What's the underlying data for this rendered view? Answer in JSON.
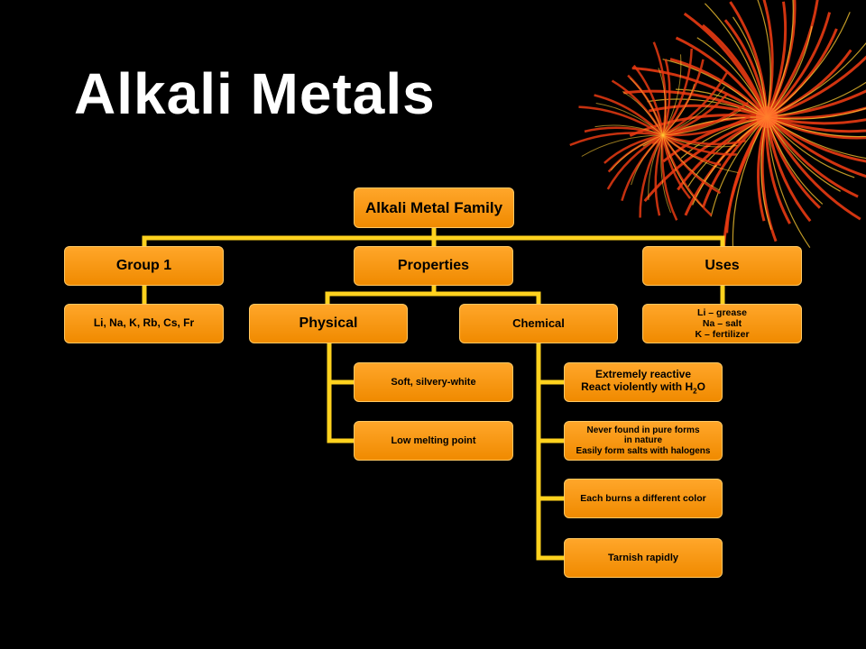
{
  "slide": {
    "title": "Alkali Metals"
  },
  "diagram": {
    "root": "Alkali Metal Family",
    "group1": {
      "label": "Group 1",
      "members": "Li, Na, K, Rb, Cs, Fr"
    },
    "properties": {
      "label": "Properties",
      "physical": {
        "label": "Physical",
        "items": [
          "Soft, silvery-white",
          "Low melting point"
        ]
      },
      "chemical": {
        "label": "Chemical",
        "reactive": {
          "line1": "Extremely reactive",
          "line2_prefix": "React violently with H",
          "line2_sub": "2",
          "line2_suffix": "O"
        },
        "pure_forms": {
          "line1": "Never found in pure forms",
          "line2": "in nature",
          "line3": "Easily form salts with halogens"
        },
        "burns": "Each burns a different color",
        "tarnish": "Tarnish rapidly"
      }
    },
    "uses": {
      "label": "Uses",
      "line1": "Li – grease",
      "line2": "Na – salt",
      "line3": "K – fertilizer"
    }
  },
  "colors": {
    "node_fill": "#ff9a14",
    "connector": "#ffd21e",
    "title": "#ffffff",
    "background": "#000000",
    "decor_red": "#e83a12"
  }
}
